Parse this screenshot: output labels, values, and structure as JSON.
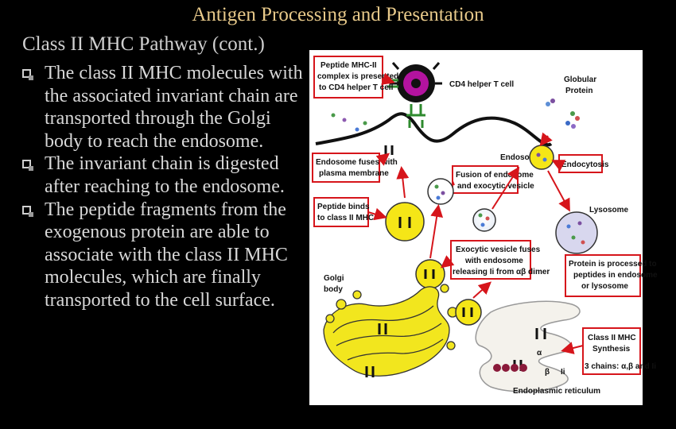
{
  "slide": {
    "title": "Antigen Processing and Presentation",
    "subtitle": "Class II MHC Pathway (cont.)",
    "bullets": [
      "The class II MHC molecules with the associated invariant chain are transported through the Golgi body to reach the endosome.",
      "The invariant chain is digested after reaching to the endosome.",
      "The peptide fragments from the exogenous protein are able to associate with the class II MHC molecules, which are finally transported to the cell surface."
    ]
  },
  "figure": {
    "labels": {
      "peptide_mhc_l1": "Peptide MHC-II",
      "peptide_mhc_l2": "complex is presented",
      "peptide_mhc_l3": "to CD4 helper T cell",
      "cd4_cell": "CD4 helper T cell",
      "globular_l1": "Globular",
      "globular_l2": "Protein",
      "endosome": "Endosome",
      "endocytosis": "Endocytosis",
      "endosome_fuses_l1": "Endosome fuses with",
      "endosome_fuses_l2": "plasma membrane",
      "fusion_l1": "Fusion of endosome",
      "fusion_l2": "and exocytic vesicle",
      "peptide_binds_l1": "Peptide binds",
      "peptide_binds_l2": "to class II MHC",
      "lysosome": "Lysosome",
      "exocytic_l1": "Exocytic vesicle fuses",
      "exocytic_l2": "with endosome",
      "exocytic_l3": "releasing Ii from αβ dimer",
      "protein_proc_l1": "Protein is processed to",
      "protein_proc_l2": "peptides in endosome",
      "protein_proc_l3": "or lysosome",
      "golgi_l1": "Golgi",
      "golgi_l2": "body",
      "synthesis_l1": "Class II MHC",
      "synthesis_l2": "Synthesis",
      "synthesis_l3": "3 chains: α,β and Ii",
      "alpha": "α",
      "beta": "β",
      "ii": "Ii",
      "er": "Endoplasmic reticulum"
    },
    "colors": {
      "box_border": "#d6151b",
      "vesicle_fill": "#f5e617",
      "golgi_fill": "#f2e61e",
      "t_cell_fill": "#b3139f",
      "lysosome_fill": "#d8d7ee",
      "er_fill": "#f4f2ec",
      "arrow": "#d6151b"
    }
  }
}
